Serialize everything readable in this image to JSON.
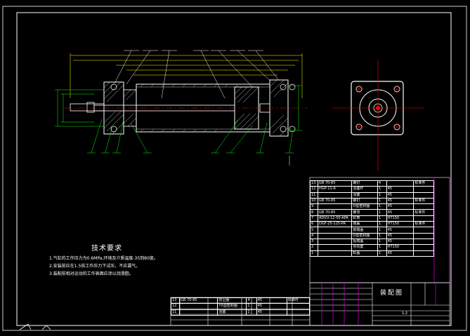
{
  "tech_requirements": {
    "title": "技术要求",
    "items": [
      "1.气缸的工作压力为0.6MPa,环境及介质温度-35到80度。",
      "2.安装前应在1.5倍工作压力下试压，不应漏气。",
      "3.装配前相对运动的工作表面应涂以润滑脂。"
    ]
  },
  "title_block": {
    "drawing_name": "装配图",
    "scale_note": "1:2"
  },
  "bom": [
    {
      "no": "13",
      "code": "GB 70-85",
      "name": "螺钉",
      "qty": "4",
      "mat": "",
      "note": "标准件"
    },
    {
      "no": "12",
      "code": "HGP-11-A",
      "name": "活塞杆",
      "qty": "1",
      "mat": "45",
      "note": ""
    },
    {
      "no": "11",
      "code": "",
      "name": "活塞",
      "qty": "1",
      "mat": "45",
      "note": ""
    },
    {
      "no": "10",
      "code": "GB 70-85",
      "name": "螺钉",
      "qty": "1",
      "mat": "45",
      "note": "标准件"
    },
    {
      "no": "9",
      "code": "",
      "name": "O型密封圈",
      "qty": "1",
      "mat": "45",
      "note": ""
    },
    {
      "no": "8",
      "code": "GB 70-85",
      "name": "螺母",
      "qty": "1",
      "mat": "45",
      "note": "标准件"
    },
    {
      "no": "7",
      "code": "ADVU-12-50-APA",
      "name": "缸筒",
      "qty": "1",
      "mat": "HT150",
      "note": ""
    },
    {
      "no": "6",
      "code": "DGF-25-125-PA",
      "name": "端盖",
      "qty": "1",
      "mat": "HT150",
      "note": "标准件"
    },
    {
      "no": "5",
      "code": "",
      "name": "前端盖",
      "qty": "1",
      "mat": "45",
      "note": ""
    },
    {
      "no": "4",
      "code": "",
      "name": "O型密封圈",
      "qty": "1",
      "mat": "45",
      "note": ""
    },
    {
      "no": "3",
      "code": "",
      "name": "后端盖",
      "qty": "1",
      "mat": "45",
      "note": ""
    },
    {
      "no": "2",
      "code": "",
      "name": "导向套",
      "qty": "1",
      "mat": "HT150",
      "note": ""
    },
    {
      "no": "1",
      "code": "",
      "name": "缸盖",
      "qty": "1",
      "mat": "45",
      "note": ""
    }
  ],
  "lower_table": [
    {
      "no": "13",
      "code": "GB 70-85",
      "name": "防尘圈",
      "qty": "4",
      "mat": "45",
      "note": "标准件"
    },
    {
      "no": "12",
      "code": "",
      "name": "YX型密封圈",
      "qty": "1",
      "mat": "45",
      "note": ""
    },
    {
      "no": "11",
      "code": "",
      "name": "活塞",
      "qty": "1",
      "mat": "45",
      "note": ""
    }
  ],
  "colors": {
    "background": "#000000",
    "frame": "#ffffff",
    "centerline": "#ff0000",
    "hatch": "#ffffff",
    "green": "#00ff00",
    "magenta": "#ff00ff",
    "yellow": "#ffff00"
  }
}
